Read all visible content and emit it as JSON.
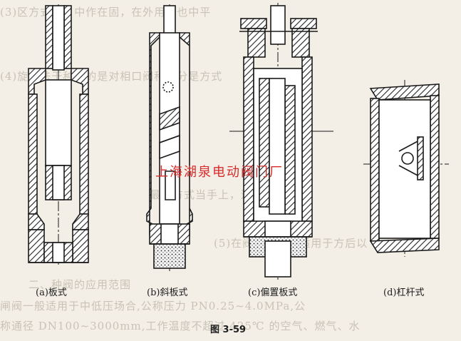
{
  "captions": {
    "a": "(a)板式",
    "b": "(b)斜板式",
    "c": "(c)偏置板式",
    "d": "(d)杠杆式"
  },
  "figure_title": "图 3-59",
  "watermark": "上海湖泉电动阀门厂",
  "background_text": [
    "(3)区方式是，中作在固，在外用间也中平",
    "(4)旋压法于种阀的是对相口阀种密分是方式",
    "最地方式当手上，适用于阀门的",
    "(5)在阀门面为行适用于方后以",
    "二、种阀的应用范围",
    "闸阀一般适用于中低压场合,公称压力 PN0.25~4.0MPa,公",
    "称通径 DN100~3000mm,工作温度不超过 425℃ 的空气、燃气、水"
  ]
}
